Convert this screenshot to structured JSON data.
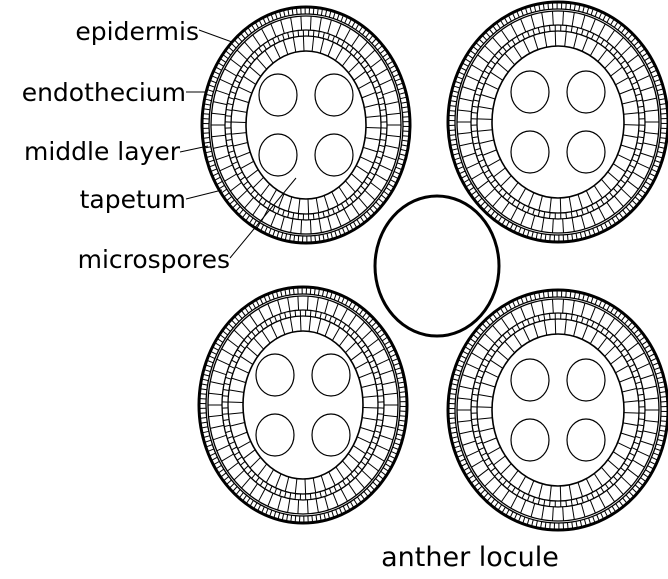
{
  "diagram": {
    "labels": {
      "epidermis": "epidermis",
      "endothecium": "endothecium",
      "middle_layer": "middle layer",
      "tapetum": "tapetum",
      "microspores": "microspores"
    },
    "caption": "anther locule",
    "colors": {
      "stroke": "#000000",
      "fill": "#ffffff"
    }
  }
}
